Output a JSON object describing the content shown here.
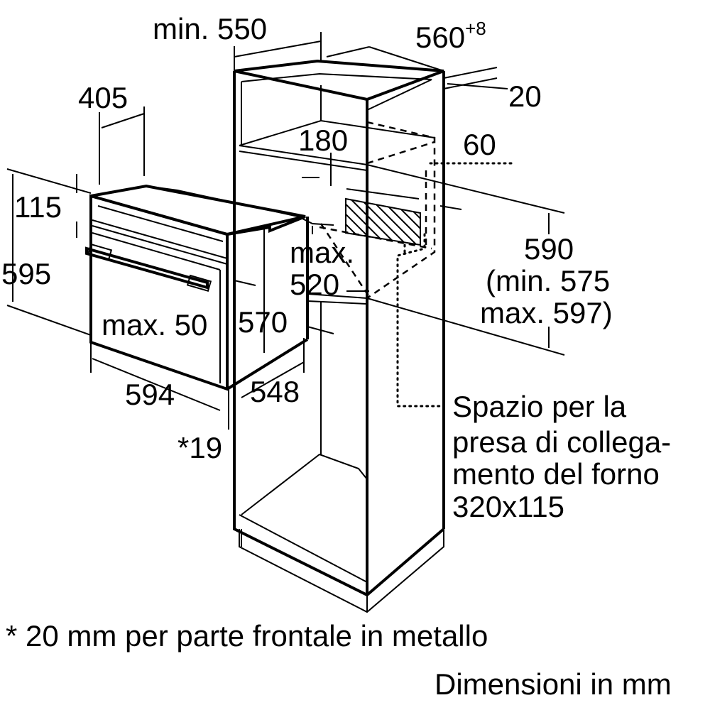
{
  "dimensions": {
    "min550": "min. 550",
    "d560": "560",
    "d560_sup": "+8",
    "d20": "20",
    "d405": "405",
    "d180": "180",
    "d60": "60",
    "d115": "115",
    "d595": "595",
    "max520_a": "max.",
    "max520_b": "520",
    "d590": "590",
    "d590_min": "(min. 575",
    "d590_max": "max. 597)",
    "max50": "max. 50",
    "d570": "570",
    "d594": "594",
    "d548": "548",
    "d19": "*19"
  },
  "notes": {
    "socket_line1": "Spazio per la",
    "socket_line2": "presa di collega-",
    "socket_line3": "mento del forno",
    "socket_line4": "320x115",
    "footnote": "* 20 mm per parte frontale in metallo",
    "units": "Dimensioni in mm"
  }
}
